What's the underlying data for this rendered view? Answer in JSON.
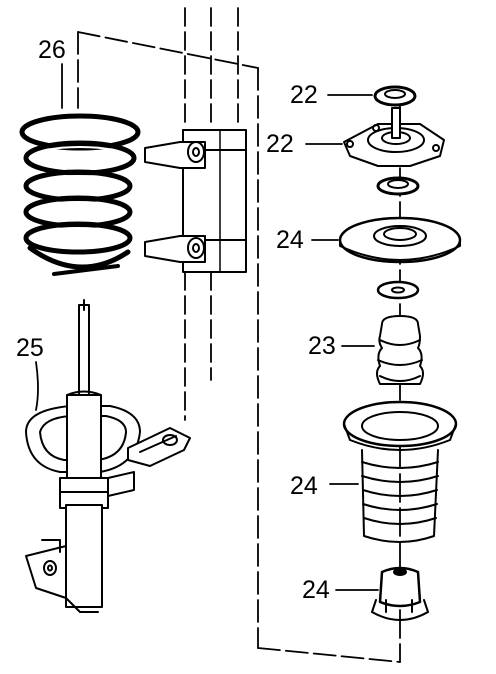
{
  "diagram": {
    "callouts": {
      "coil_spring": "26",
      "strut_assembly": "25",
      "upper_nut_washer": "22",
      "upper_mount": "22",
      "spring_seat": "24",
      "jounce_bumper": "23",
      "dust_boot": "24",
      "lower_insulator": "24"
    }
  }
}
